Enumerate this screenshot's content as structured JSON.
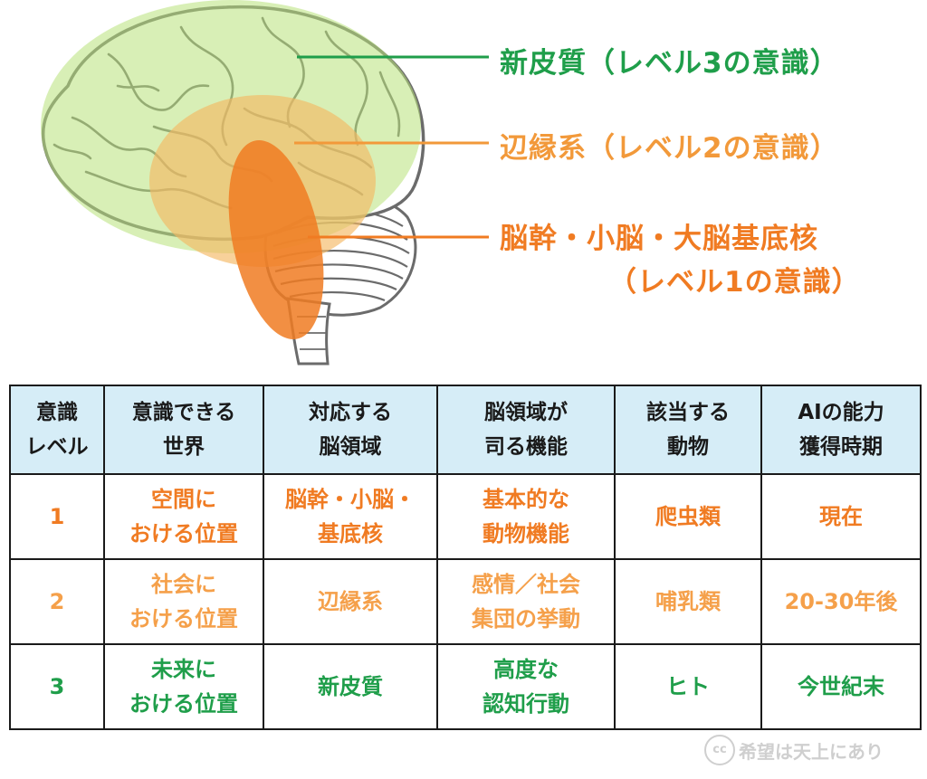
{
  "diagram": {
    "labels": {
      "neocortex": "新皮質（レベル3の意識）",
      "limbic": "辺縁系（レベル2の意識）",
      "brainstem_line1": "脳幹・小脳・大脳基底核",
      "brainstem_line2": "（レベル1の意識）"
    },
    "colors": {
      "neocortex": "#1f9e4a",
      "limbic": "#f2993a",
      "brainstem": "#f07b22",
      "table_header_bg": "#d6edf7"
    }
  },
  "table": {
    "headers": [
      "意識\nレベル",
      "意識できる\n世界",
      "対応する\n脳領域",
      "脳領域が\n司る機能",
      "該当する\n動物",
      "AIの能力\n獲得時期"
    ],
    "rows": [
      {
        "level": "1",
        "world": "空間に\nおける位置",
        "region": "脳幹・小脳・\n基底核",
        "function": "基本的な\n動物機能",
        "animal": "爬虫類",
        "ai_timing": "現在"
      },
      {
        "level": "2",
        "world": "社会に\nおける位置",
        "region": "辺縁系",
        "function": "感情／社会\n集団の挙動",
        "animal": "哺乳類",
        "ai_timing": "20-30年後"
      },
      {
        "level": "3",
        "world": "未来に\nおける位置",
        "region": "新皮質",
        "function": "高度な\n認知行動",
        "animal": "ヒト",
        "ai_timing": "今世紀末"
      }
    ]
  },
  "credit": {
    "icon": "cc",
    "text": "希望は天上にあり"
  }
}
